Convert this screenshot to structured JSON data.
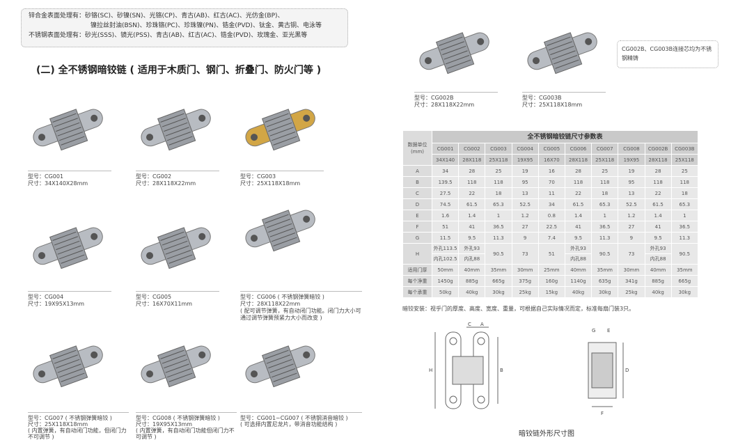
{
  "finishes": {
    "zinc_label": "锌合金表面处理有：",
    "zinc_line1": "砂铬(SC)、砂镍(SN)、光铬(CP)、青古(AB)、红古(AC)、光仿金(BP)、",
    "zinc_line2": "镍拉丝封油(BSN)、珍珠铬(PC)、珍珠镍(PN)、锆金(PVD)、钛金、黄古铜、电泳等",
    "steel_label": "不锈钢表面处理有：",
    "steel_line": "砂光(SSS)、镜光(PSS)、青古(AB)、红古(AC)、锆金(PVD)、玫瑰金、亚光黑等"
  },
  "section_title": "(二) 全不锈钢暗铰链 ( 适用于木质门、钢门、折叠门、防火门等 )",
  "products": [
    {
      "model": "型号：CG001",
      "size": "尺寸：34X140X28mm",
      "color": "#b8bcc2"
    },
    {
      "model": "型号：CG002",
      "size": "尺寸：28X118X22mm",
      "color": "#b8bcc2"
    },
    {
      "model": "型号：CG003",
      "size": "尺寸：25X118X18mm",
      "color": "#d2a646"
    },
    {
      "model": "型号：CG004",
      "size": "尺寸：19X95X13mm",
      "color": "#b8bcc2"
    },
    {
      "model": "型号：CG005",
      "size": "尺寸：16X70X11mm",
      "color": "#b8bcc2"
    },
    {
      "model": "型号：CG006 ( 不锈钢弹簧暗铰 )",
      "size": "尺寸：28X118X22mm",
      "note": "( 配可调节弹簧，有自动闭门功能。闭门力大小可通过调节弹簧预紧力大小而改变 )",
      "color": "#b8bcc2"
    },
    {
      "model": "型号：CG007 ( 不锈钢弹簧暗铰 )",
      "size": "尺寸：25X118X18mm",
      "note": "( 内置弹簧，有自动闭门功能，但闭门力不可调节 )",
      "color": "#b8bcc2"
    },
    {
      "model": "型号：CG008 ( 不锈钢弹簧暗铰 )",
      "size": "尺寸：19X95X13mm",
      "note": "( 内置弹簧，有自动闭门功能但闭门力不可调节 )",
      "color": "#b8bcc2"
    },
    {
      "model": "型号：CG001~CG007 ( 不锈钢消音暗铰 )",
      "note": "( 可选择内置尼龙片，带消音功能结构 )",
      "color": "#b8bcc2"
    },
    {
      "model": "型号：CG002B",
      "size": "尺寸：28X118X22mm",
      "color": "#b8bcc2"
    },
    {
      "model": "型号：CG003B",
      "size": "尺寸：25X118X18mm",
      "color": "#b8bcc2"
    }
  ],
  "note_box": "CG002B、CG003B连接芯均为不锈钢精铸",
  "table": {
    "title": "全不锈钢暗铰链尺寸参数表",
    "unit_label": "数据单位 (mm)",
    "models": [
      "CG001",
      "CG002",
      "CG003",
      "CG004",
      "CG005",
      "CG006",
      "CG007",
      "CG008",
      "CG002B",
      "CG003B"
    ],
    "sizes": [
      "34X140",
      "28X118",
      "25X118",
      "19X95",
      "16X70",
      "28X118",
      "25X118",
      "19X95",
      "28X118",
      "25X118"
    ],
    "rows": [
      {
        "label": "A",
        "values": [
          "34",
          "28",
          "25",
          "19",
          "16",
          "28",
          "25",
          "19",
          "28",
          "25"
        ]
      },
      {
        "label": "B",
        "values": [
          "139.5",
          "118",
          "118",
          "95",
          "70",
          "118",
          "118",
          "95",
          "118",
          "118"
        ]
      },
      {
        "label": "C",
        "values": [
          "27.5",
          "22",
          "18",
          "13",
          "11",
          "22",
          "18",
          "13",
          "22",
          "18"
        ]
      },
      {
        "label": "D",
        "values": [
          "74.5",
          "61.5",
          "65.3",
          "52.5",
          "34",
          "61.5",
          "65.3",
          "52.5",
          "61.5",
          "65.3"
        ]
      },
      {
        "label": "E",
        "values": [
          "1.6",
          "1.4",
          "1",
          "1.2",
          "0.8",
          "1.4",
          "1",
          "1.2",
          "1.4",
          "1"
        ]
      },
      {
        "label": "F",
        "values": [
          "51",
          "41",
          "36.5",
          "27",
          "22.5",
          "41",
          "36.5",
          "27",
          "41",
          "36.5"
        ]
      },
      {
        "label": "G",
        "values": [
          "11.5",
          "9.5",
          "11.3",
          "9",
          "7.4",
          "9.5",
          "11.3",
          "9",
          "9.5",
          "11.3"
        ]
      }
    ],
    "h_row": {
      "label": "H",
      "values": [
        [
          "外孔113.5",
          "内孔102.5"
        ],
        [
          "外孔93",
          "内孔88"
        ],
        "90.5",
        "73",
        "51",
        [
          "外孔93",
          "内孔88"
        ],
        "90.5",
        "73",
        [
          "外孔93",
          "内孔88"
        ],
        "90.5"
      ]
    },
    "rows2": [
      {
        "label": "适用门厚",
        "values": [
          "50mm",
          "40mm",
          "35mm",
          "30mm",
          "25mm",
          "40mm",
          "35mm",
          "30mm",
          "40mm",
          "35mm"
        ]
      },
      {
        "label": "每个净重",
        "values": [
          "1450g",
          "885g",
          "665g",
          "375g",
          "160g",
          "1140g",
          "635g",
          "341g",
          "885g",
          "665g"
        ]
      },
      {
        "label": "每个承重",
        "values": [
          "50kg",
          "40kg",
          "30kg",
          "25kg",
          "15kg",
          "40kg",
          "30kg",
          "25kg",
          "40kg",
          "30kg"
        ]
      }
    ]
  },
  "install_note": "暗铰安装：视乎门的厚度、高度、宽度、重量，可根据自己实际情况而定，标准每扇门装3只。",
  "diagram": {
    "title": "暗铰链外形尺寸图",
    "labels_front": [
      "C",
      "A",
      "H",
      "B"
    ],
    "labels_side": [
      "G",
      "E",
      "D",
      "F"
    ]
  }
}
